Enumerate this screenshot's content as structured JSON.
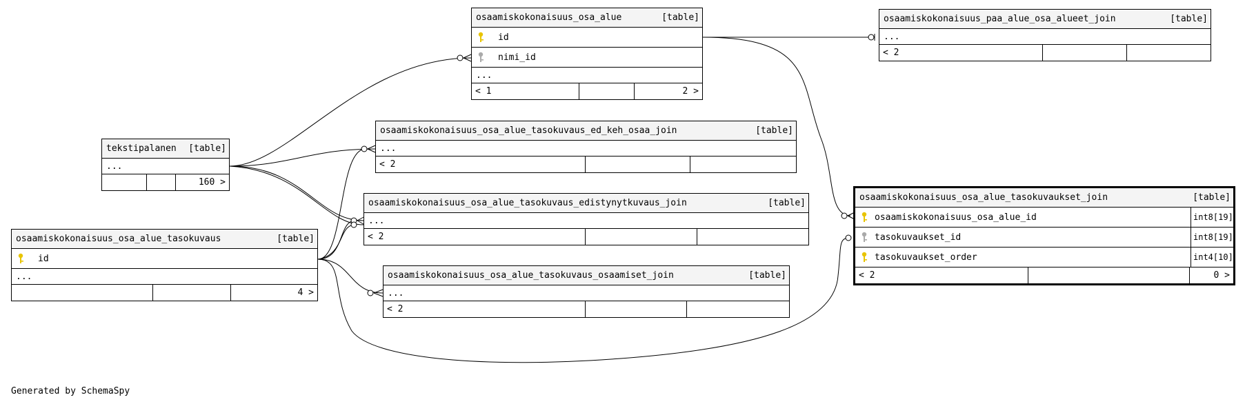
{
  "tables": {
    "osa_alue": {
      "name": "osaamiskokonaisuus_osa_alue",
      "tag": "[table]",
      "columns": [
        {
          "name": "id",
          "key": "primary"
        },
        {
          "name": "nimi_id",
          "key": "foreign"
        }
      ],
      "more": "...",
      "footer": [
        "< 1",
        "",
        "2 >"
      ]
    },
    "paa_alue_join": {
      "name": "osaamiskokonaisuus_paa_alue_osa_alueet_join",
      "tag": "[table]",
      "more": "...",
      "footer": [
        "< 2",
        "",
        ""
      ]
    },
    "tekstipalanen": {
      "name": "tekstipalanen",
      "tag": "[table]",
      "more": "...",
      "footer": [
        "",
        "",
        "160 >"
      ]
    },
    "ed_keh_join": {
      "name": "osaamiskokonaisuus_osa_alue_tasokuvaus_ed_keh_osaa_join",
      "tag": "[table]",
      "more": "...",
      "footer": [
        "< 2",
        "",
        ""
      ]
    },
    "edistyny_join": {
      "name": "osaamiskokonaisuus_osa_alue_tasokuvaus_edistynytkuvaus_join",
      "tag": "[table]",
      "more": "...",
      "footer": [
        "< 2",
        "",
        ""
      ]
    },
    "tasokuvaus": {
      "name": "osaamiskokonaisuus_osa_alue_tasokuvaus",
      "tag": "[table]",
      "columns": [
        {
          "name": "id",
          "key": "primary"
        }
      ],
      "more": "...",
      "footer": [
        "",
        "",
        "4 >"
      ]
    },
    "osaamiset_join": {
      "name": "osaamiskokonaisuus_osa_alue_tasokuvaus_osaamiset_join",
      "tag": "[table]",
      "more": "...",
      "footer": [
        "< 2",
        "",
        ""
      ]
    },
    "tasokuvaukset_join": {
      "name": "osaamiskokonaisuus_osa_alue_tasokuvaukset_join",
      "tag": "[table]",
      "columns": [
        {
          "name": "osaamiskokonaisuus_osa_alue_id",
          "type": "int8[19]",
          "key": "primary"
        },
        {
          "name": "tasokuvaukset_id",
          "type": "int8[19]",
          "key": "foreign"
        },
        {
          "name": "tasokuvaukset_order",
          "type": "int4[10]",
          "key": "primary"
        }
      ],
      "footer": [
        "< 2",
        "",
        "0 >"
      ]
    }
  },
  "colors": {
    "primary_key": "#e8c400",
    "foreign_key": "#aaaaaa",
    "header_bg": "#f4f4f4"
  },
  "credit": "Generated by SchemaSpy"
}
